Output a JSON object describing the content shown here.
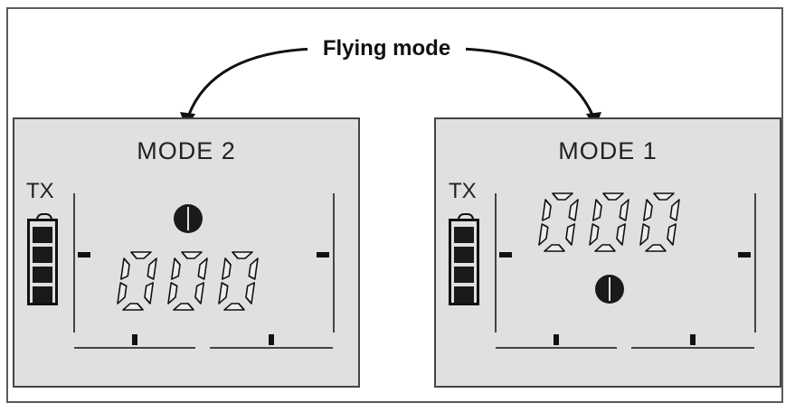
{
  "title": "Flying mode",
  "panels": [
    {
      "mode_label": "MODE 2",
      "tx_label": "TX",
      "battery_cells_filled": 4,
      "digits": "000",
      "indicator_position": "above-digits"
    },
    {
      "mode_label": "MODE 1",
      "tx_label": "TX",
      "battery_cells_filled": 4,
      "digits": "000",
      "indicator_position": "below-digits"
    }
  ],
  "colors": {
    "lcd_background": "#e0e0e0",
    "segment_fill": "#ededed",
    "ink": "#111111",
    "frame_border": "#5a5a5a"
  }
}
